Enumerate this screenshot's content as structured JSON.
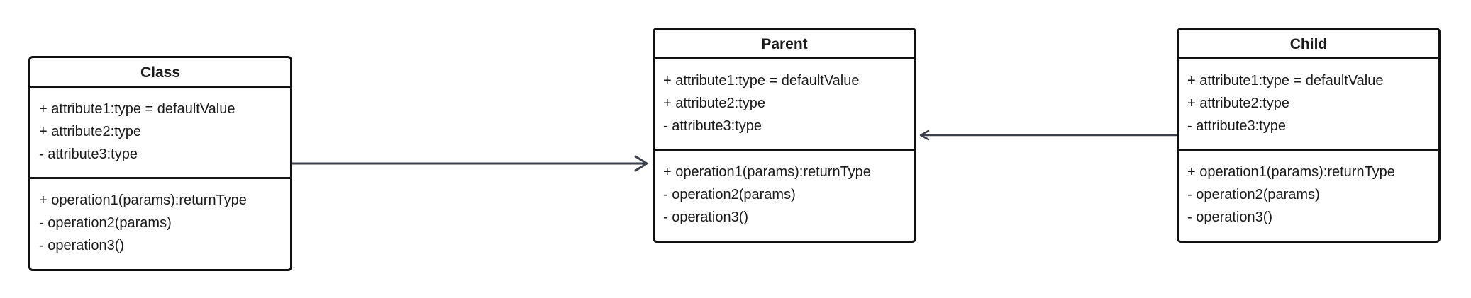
{
  "diagram": {
    "classes": [
      {
        "id": "class",
        "title": "Class",
        "attributes": [
          "+ attribute1:type = defaultValue",
          "+ attribute2:type",
          "- attribute3:type"
        ],
        "operations": [
          "+ operation1(params):returnType",
          "- operation2(params)",
          "- operation3()"
        ]
      },
      {
        "id": "parent",
        "title": "Parent",
        "attributes": [
          "+ attribute1:type = defaultValue",
          "+ attribute2:type",
          "- attribute3:type"
        ],
        "operations": [
          "+ operation1(params):returnType",
          "- operation2(params)",
          "- operation3()"
        ]
      },
      {
        "id": "child",
        "title": "Child",
        "attributes": [
          "+ attribute1:type = defaultValue",
          "+ attribute2:type",
          "- attribute3:type"
        ],
        "operations": [
          "+ operation1(params):returnType",
          "- operation2(params)",
          "- operation3()"
        ]
      }
    ],
    "connectors": [
      {
        "from": "Class",
        "to": "Parent",
        "kind": "association",
        "arrowhead": "open"
      },
      {
        "from": "Child",
        "to": "Parent",
        "kind": "generalization",
        "arrowhead": "small-open"
      }
    ],
    "colors": {
      "border": "#111111",
      "connector": "#3a3f4b",
      "background": "#ffffff",
      "text": "#1a1a1a"
    }
  }
}
